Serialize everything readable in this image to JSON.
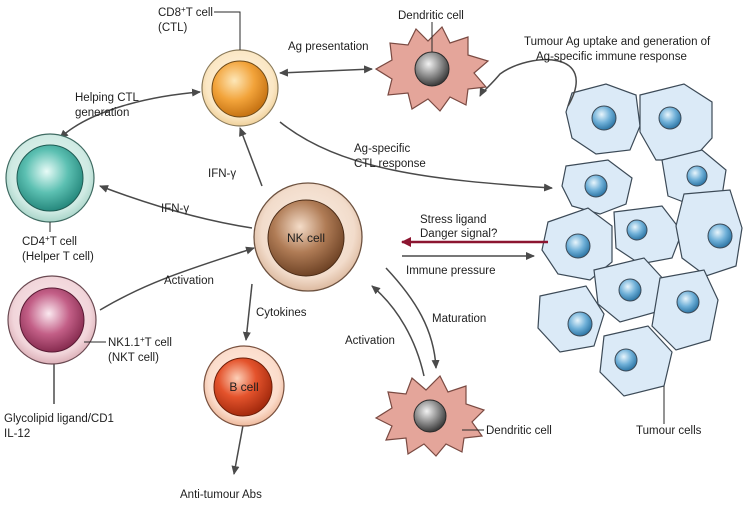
{
  "cells": {
    "cd8": {
      "line1": "CD8",
      "sup": "+",
      "line1_rest": "T cell",
      "line2": "(CTL)"
    },
    "cd4": {
      "line1": "CD4",
      "sup": "+",
      "line1_rest": "T cell",
      "line2": "(Helper T cell)"
    },
    "nk": {
      "label": "NK cell"
    },
    "nkt": {
      "line1": "NK1.1",
      "sup": "+",
      "line1_rest": "T cell",
      "line2": "(NKT cell)"
    },
    "b": {
      "label": "B cell"
    },
    "dc_top": {
      "label": "Dendritic cell"
    },
    "dc_bottom": {
      "label": "Dendritic cell"
    },
    "tumour": {
      "label": "Tumour cells"
    }
  },
  "labels": {
    "ag_presentation": "Ag presentation",
    "tumour_ag_line1": "Tumour Ag uptake and generation of",
    "tumour_ag_line2": "Ag-specific immune response",
    "helping_ctl_line1": "Helping CTL",
    "helping_ctl_line2": "generation",
    "ag_specific_line1": "Ag-specific",
    "ag_specific_line2": "CTL response",
    "ifn_gamma_upper": "IFN-γ",
    "ifn_gamma_left": "IFN-γ",
    "stress_line1": "Stress ligand",
    "stress_line2": "Danger signal?",
    "immune_pressure": "Immune pressure",
    "activation_nkt": "Activation",
    "cytokines": "Cytokines",
    "maturation": "Maturation",
    "activation_dc": "Activation",
    "glycolipid_line1": "Glycolipid ligand/CD1",
    "glycolipid_line2": "IL-12",
    "anti_tumour": "Anti-tumour Abs"
  },
  "colors": {
    "cd8_core": "#f2a33a",
    "cd4_core": "#3aa69a",
    "nk_core": "#9c6a47",
    "nkt_core": "#b04a72",
    "b_core": "#e4532c",
    "dc_body": "#e4a59a",
    "tumour_fill": "#dbeaf7",
    "tumour_nucleus": "#6fb0d8",
    "stress_arrow": "#8c1530"
  }
}
